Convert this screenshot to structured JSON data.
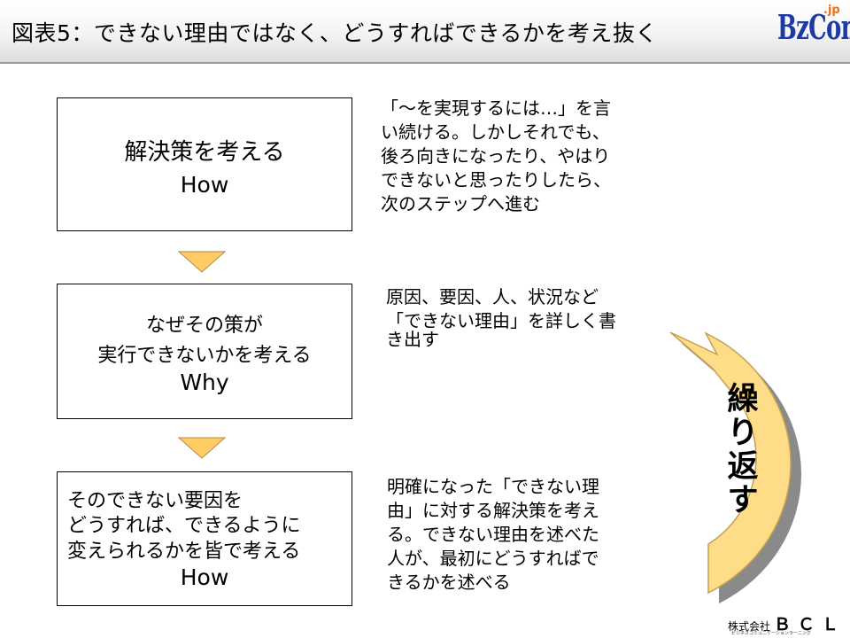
{
  "header": {
    "title": "図表5：できない理由ではなく、どうすればできるかを考え抜く",
    "logo": "BzCom",
    "logo_suffix": ".jp"
  },
  "steps": [
    {
      "lines": [
        "解決策を考える"
      ],
      "english": "How",
      "description": [
        "「～を実現するには…」を言",
        "い続ける。しかしそれでも、",
        "後ろ向きになったり、やはり",
        "できないと思ったりしたら、",
        "次のステップへ進む"
      ]
    },
    {
      "lines": [
        "なぜその策が",
        "実行できないかを考える"
      ],
      "english": "Why",
      "description": [
        "原因、要因、人、状況など",
        "「できない理由」を詳しく書",
        "き出す"
      ]
    },
    {
      "lines": [
        "そのできない要因を",
        "どうすれば、できるように",
        "変えられるかを皆で考える"
      ],
      "english": "How",
      "description": [
        "明確になった「できない理",
        "由」に対する解決策を考え",
        "る。できない理由を述べた",
        "人が、最初にどうすればで",
        "きるかを述べる"
      ]
    }
  ],
  "loop_label": [
    "繰",
    "り",
    "返",
    "す"
  ],
  "colors": {
    "arrow_fill": "#ffcc66",
    "curve_arrow_fill": "#ffdd88",
    "logo_blue": "#1d3aa5",
    "logo_orange": "#e8731a"
  },
  "footer": {
    "company": "株式会社",
    "brand": "ＢＣＬ",
    "tagline": "ビジネスコミュニケーションラーニング"
  }
}
